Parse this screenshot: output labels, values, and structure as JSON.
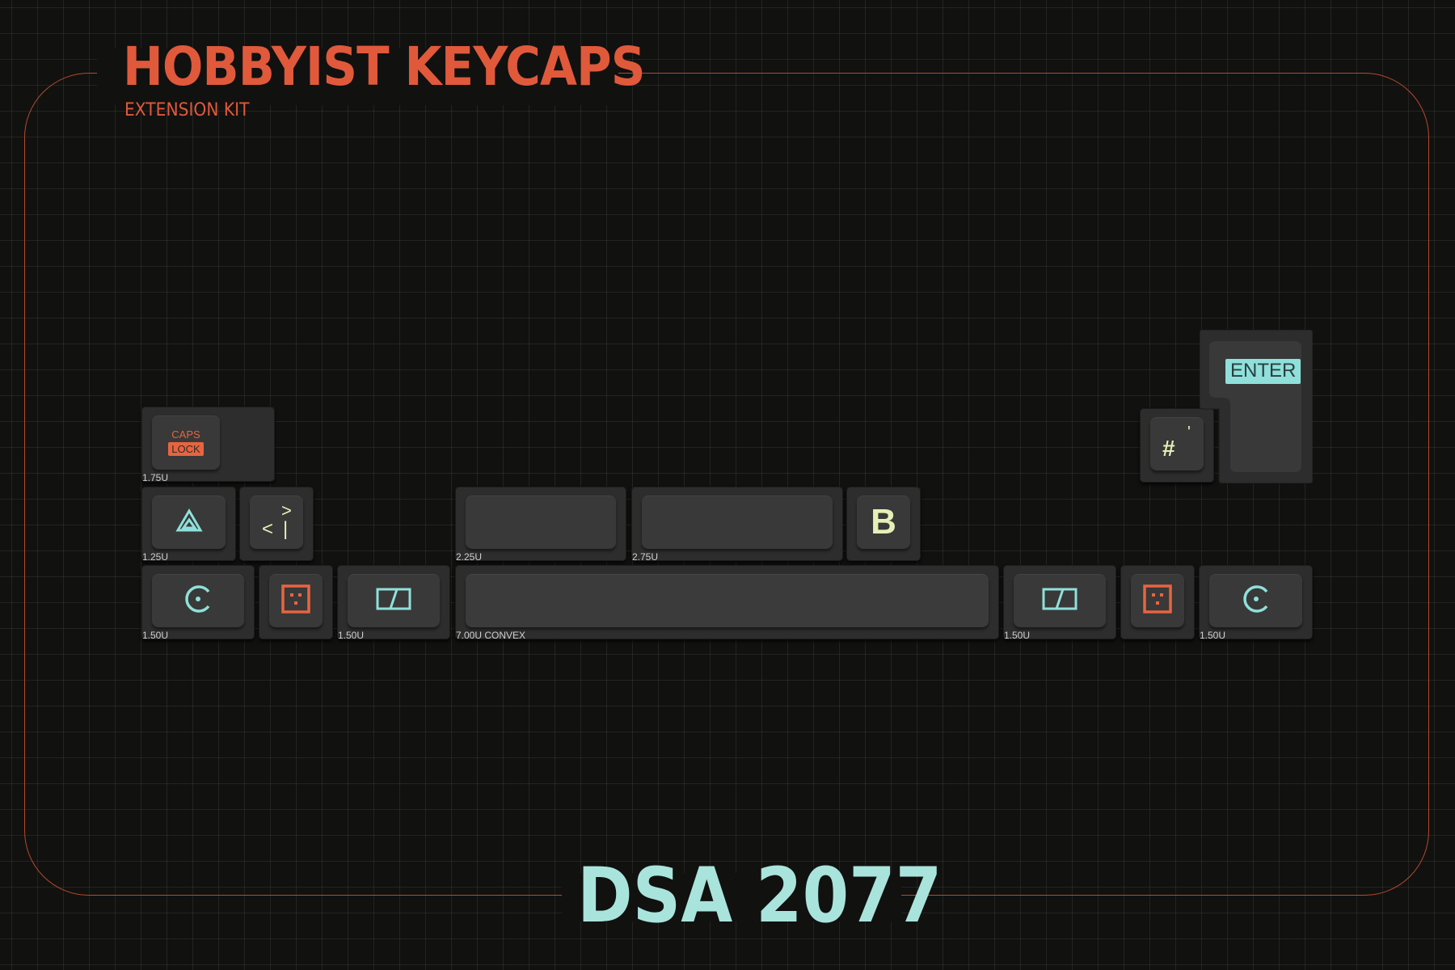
{
  "brand": {
    "title": "HOBBYIST KEYCAPS",
    "subtitle": "EXTENSION KIT"
  },
  "product": {
    "name": "DSA 2077"
  },
  "colors": {
    "accent_orange": "#e0593b",
    "accent_teal": "#8fe0da",
    "legend_cream": "#e5efb7",
    "keycap": "#2c2d2c",
    "background": "#111110"
  },
  "keys": {
    "caps_lock": {
      "legend_top": "CAPS",
      "legend_bottom": "LOCK",
      "size": "1.75U"
    },
    "triangle": {
      "icon": "triangle-icon",
      "size": "1.25U"
    },
    "angle": {
      "legend_shift": ">",
      "legend_base": "<",
      "legend_pipe": "|"
    },
    "blank_225": {
      "size": "2.25U"
    },
    "blank_275": {
      "size": "2.75U"
    },
    "b_key": {
      "legend": "B"
    },
    "hash": {
      "legend": "#",
      "legend_alt": "'"
    },
    "enter": {
      "legend": "ENTER"
    },
    "circle_left": {
      "icon": "circle-c-icon",
      "size": "1.50U"
    },
    "dots_left": {
      "icon": "dice-dots-icon"
    },
    "slash_left": {
      "icon": "slash-box-icon",
      "size": "1.50U"
    },
    "spacebar": {
      "size": "7.00U CONVEX"
    },
    "slash_right": {
      "icon": "slash-box-icon",
      "size": "1.50U"
    },
    "dots_right": {
      "icon": "dice-dots-icon"
    },
    "circle_right": {
      "icon": "circle-c-icon",
      "size": "1.50U"
    }
  }
}
